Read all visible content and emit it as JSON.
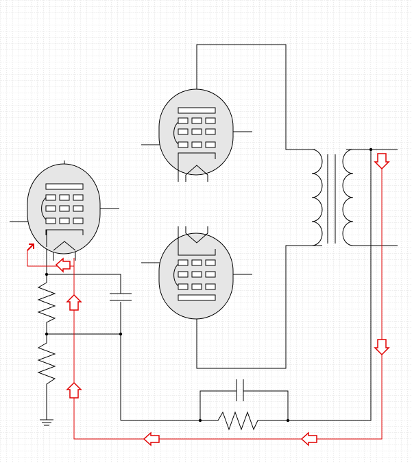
{
  "diagram": {
    "type": "schematic",
    "description_visible_text": [],
    "colors": {
      "background": "#ffffff",
      "grid": "#bdbdbd",
      "wire": "#000000",
      "tube_fill": "#e6e6e6",
      "signal_arrow": "#e00000"
    },
    "components": [
      {
        "kind": "tube",
        "name": "input-tube",
        "grid_count": 3
      },
      {
        "kind": "tube",
        "name": "upper-output-tube",
        "grid_count": 3
      },
      {
        "kind": "tube",
        "name": "lower-output-tube",
        "grid_count": 3
      },
      {
        "kind": "resistor",
        "name": "upper-cathode-resistor"
      },
      {
        "kind": "resistor",
        "name": "lower-cathode-resistor"
      },
      {
        "kind": "resistor",
        "name": "feedback-resistor"
      },
      {
        "kind": "capacitor",
        "name": "coupling-capacitor"
      },
      {
        "kind": "capacitor",
        "name": "feedback-capacitor"
      },
      {
        "kind": "transformer",
        "name": "output-transformer",
        "primary_coils": 4,
        "secondary_coils": 4
      },
      {
        "kind": "ground",
        "name": "ground-symbol"
      }
    ],
    "current_path_arrows": 8
  }
}
